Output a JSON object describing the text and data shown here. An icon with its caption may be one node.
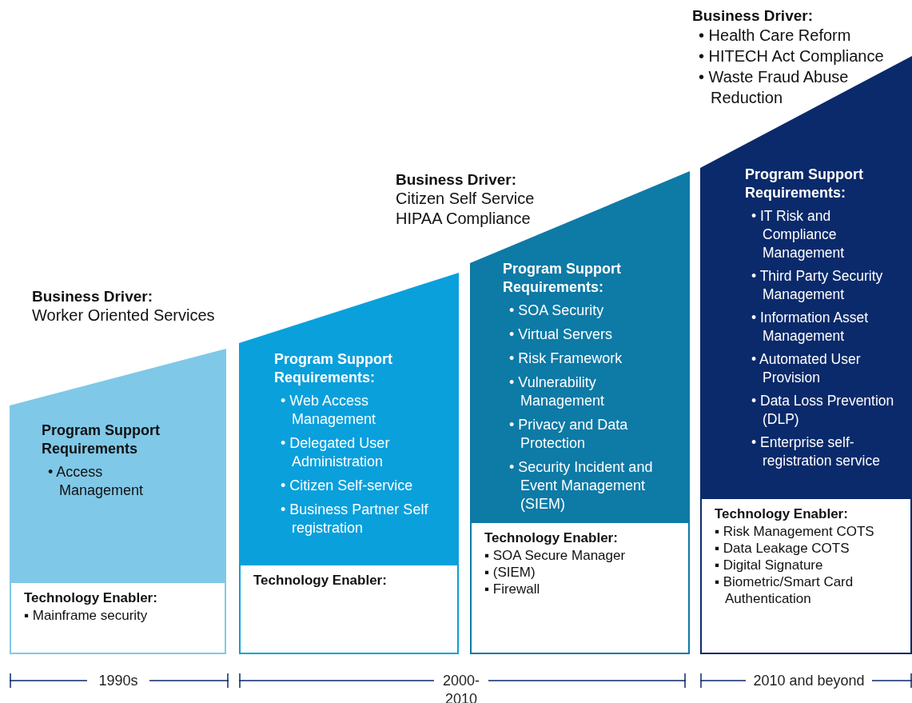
{
  "diagram": {
    "nodes": [
      {
        "text": [
          "Program Support Requirements",
          "• Access Management"
        ],
        "beside": [
          "Business Driver:",
          "Worker Oriented Services"
        ]
      },
      {
        "text": [
          "Technology Enabler:",
          "▪ Mainframe security"
        ]
      },
      {
        "text": [
          "Program Support Requirements:",
          "• Web Access Management",
          "• Delegated User Administration",
          "• Citizen Self-service",
          "• Business Partner Self registration"
        ]
      },
      {
        "text": [
          "Technology Enabler:"
        ]
      },
      {
        "text": [
          "Program Support Requirements:",
          "• SOA Security",
          "• Virtual Servers",
          "• Risk Framework",
          "• Vulnerability Management",
          "• Privacy and Data Protection",
          "• Security Incident and Event Management (SIEM)"
        ],
        "beside": [
          "Business Driver:",
          "Citizen Self Service",
          "HIPAA Compliance"
        ]
      },
      {
        "text": [
          "Technology Enabler:",
          "▪ SOA Secure Manager",
          "▪ (SIEM)",
          "▪ Firewall"
        ]
      },
      {
        "text": [
          "Program Support Requirements:",
          "• IT Risk and Compliance Management",
          "• Third Party Security Management",
          "• Information Asset Management",
          "• Automated User Provision",
          "• Data Loss Prevention (DLP)",
          "• Enterprise self-registration service"
        ],
        "beside": [
          "Business Driver:",
          "• Health Care Reform",
          "• HITECH Act Compliance",
          "• Waste Fraud Abuse Reduction"
        ]
      },
      {
        "text": [
          "Technology Enabler:",
          "▪ Risk Management COTS",
          "▪ Data Leakage COTS",
          "▪ Digital Signature",
          "▪ Biometric/Smart Card Authentication"
        ]
      }
    ],
    "labels": [
      "1990s",
      "2000- 2010",
      "2010 and beyond"
    ]
  }
}
